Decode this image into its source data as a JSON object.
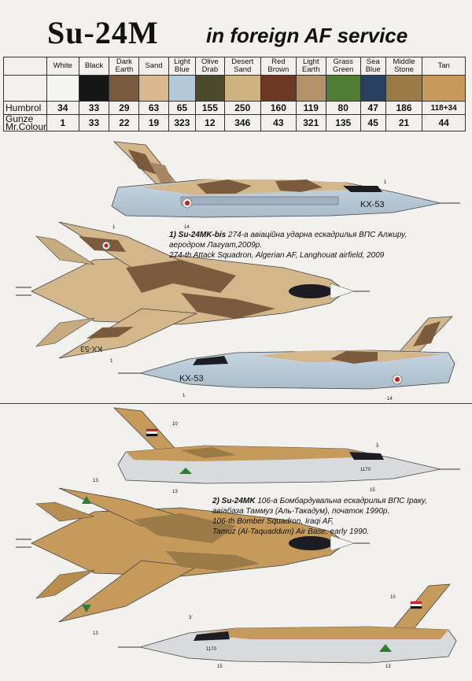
{
  "title": "Su-24M",
  "subtitle": "in foreign AF service",
  "colors": [
    {
      "name": "White",
      "line2": "",
      "humbrol": "34",
      "gunze": "1",
      "hex": "#f4f4f2"
    },
    {
      "name": "Black",
      "line2": "",
      "humbrol": "33",
      "gunze": "33",
      "hex": "#161616"
    },
    {
      "name": "Dark",
      "line2": "Earth",
      "humbrol": "29",
      "gunze": "22",
      "hex": "#7b5b3e"
    },
    {
      "name": "Sand",
      "line2": "",
      "humbrol": "63",
      "gunze": "19",
      "hex": "#d7b98d"
    },
    {
      "name": "Light",
      "line2": "Blue",
      "humbrol": "65",
      "gunze": "323",
      "hex": "#b3c8d8"
    },
    {
      "name": "Olive",
      "line2": "Drab",
      "humbrol": "155",
      "gunze": "12",
      "hex": "#4b4a2c"
    },
    {
      "name": "Desert",
      "line2": "Sand",
      "humbrol": "250",
      "gunze": "346",
      "hex": "#cfb281"
    },
    {
      "name": "Red",
      "line2": "Brown",
      "humbrol": "160",
      "gunze": "43",
      "hex": "#6d3822"
    },
    {
      "name": "Light",
      "line2": "Earth",
      "humbrol": "119",
      "gunze": "321",
      "hex": "#b6926a"
    },
    {
      "name": "Grass",
      "line2": "Green",
      "humbrol": "80",
      "gunze": "135",
      "hex": "#4f7d34"
    },
    {
      "name": "Sea",
      "line2": "Blue",
      "humbrol": "47",
      "gunze": "45",
      "hex": "#27405e"
    },
    {
      "name": "Middle",
      "line2": "Stone",
      "humbrol": "186",
      "gunze": "21",
      "hex": "#9a7a47"
    },
    {
      "name": "Tan",
      "line2": "",
      "humbrol": "118+34",
      "gunze": "44",
      "hex": "#c69a5a"
    }
  ],
  "row_labels": {
    "humbrol": "Humbrol",
    "gunze": "Gunze",
    "mrcolour": "Mr.Colour"
  },
  "aircraft1": {
    "caption_title": "1) Su-24MK-bis",
    "caption_ua_1": "274-а авіаційна ударна ескадрилья ВПС Алжиру,",
    "caption_ua_2": "аеродром Лагуат,2009р.",
    "caption_en": "274-th Attack Squadron, Algerian AF, Langhouat airfield, 2009",
    "code": "KX-53",
    "code_mirror": "KX-53",
    "callouts": [
      "1",
      "14",
      "1",
      "1",
      "14",
      "1"
    ]
  },
  "aircraft2": {
    "caption_title": "2) Su-24MK",
    "caption_ua_1": "106-а Бомбардувальна ескадрилья ВПС Іраку,",
    "caption_ua_2": "авіабаза Таммуз (Аль-Такадум), початок 1990р.",
    "caption_en_1": "106-th Bomber Squadron, Iraqi AF,",
    "caption_en_2": "Tamuz (Al-Taquaddum) Air Base, early 1990.",
    "serial": "1170",
    "callouts": [
      "10",
      "3",
      "15",
      "13",
      "13",
      "13",
      "10",
      "3",
      "15",
      "13"
    ]
  }
}
